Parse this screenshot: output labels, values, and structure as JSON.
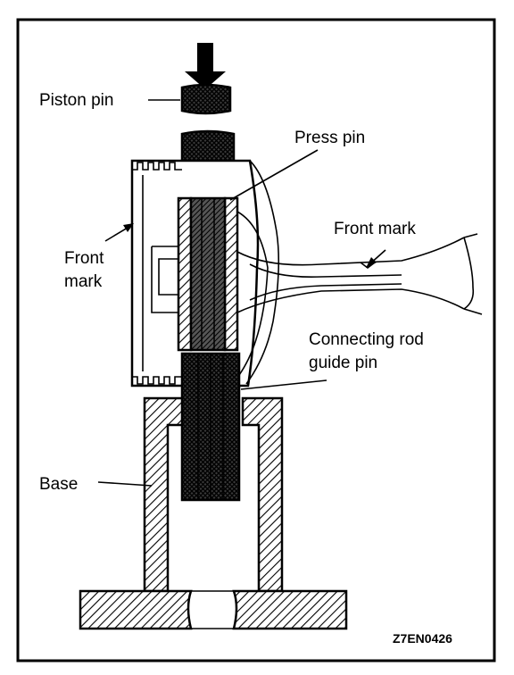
{
  "labels": {
    "piston_pin": "Piston pin",
    "press_pin": "Press pin",
    "front_mark_rod": "Front mark",
    "front_mark_piston_line1": "Front",
    "front_mark_piston_line2": "mark",
    "guide_pin_line1": "Connecting rod",
    "guide_pin_line2": "guide pin",
    "base": "Base"
  },
  "figure_code": "Z7EN0426"
}
